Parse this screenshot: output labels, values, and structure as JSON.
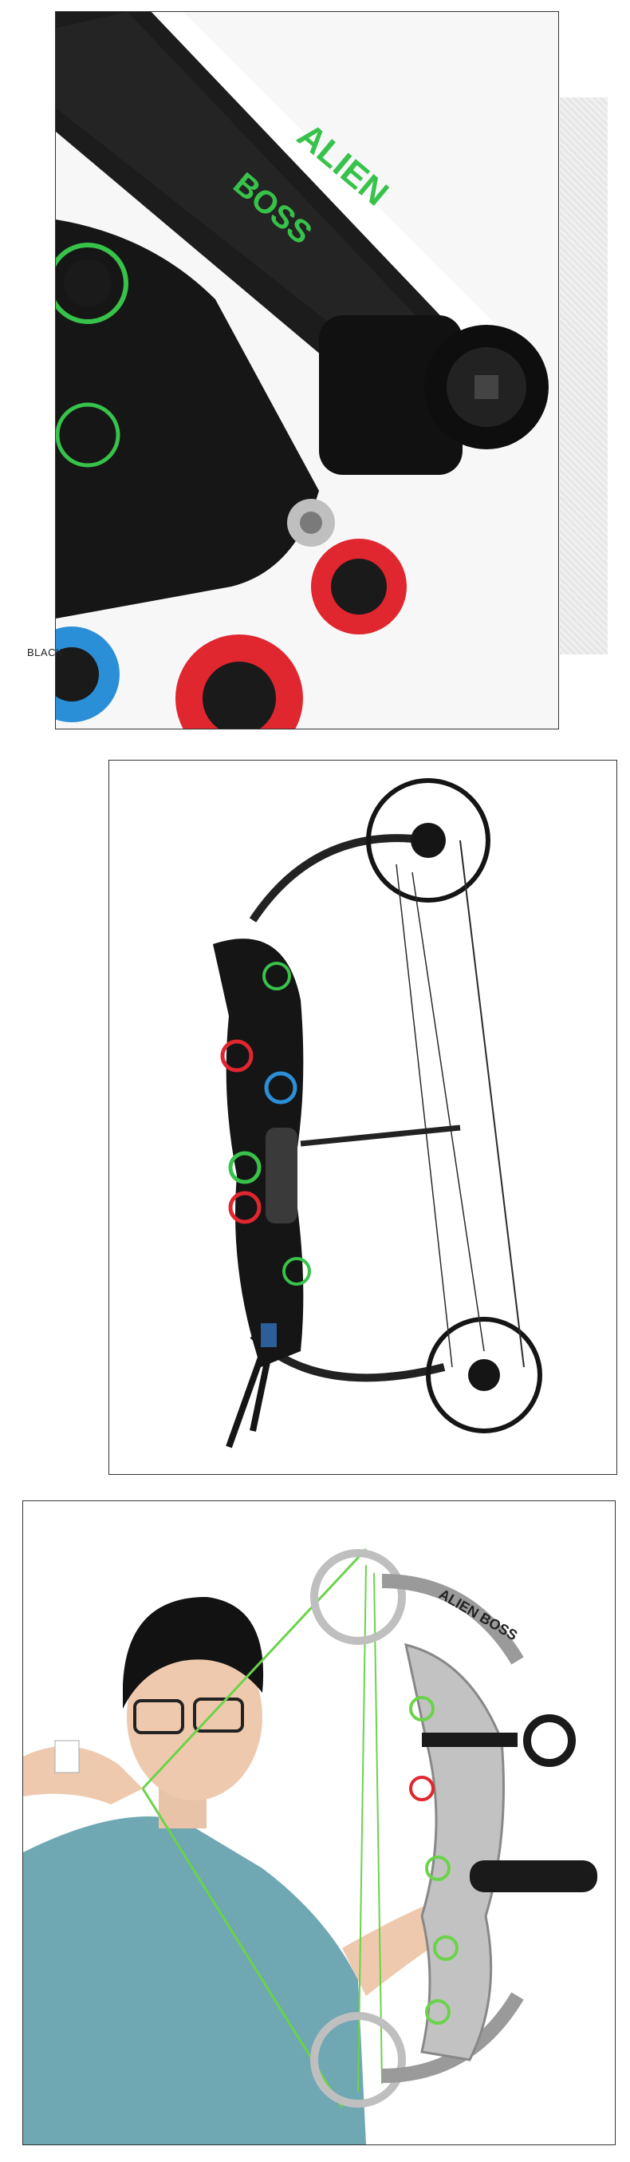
{
  "panel1": {
    "side_label": "BLACK",
    "limb_text_1": "ALIEN",
    "limb_text_2": "BOSS",
    "colors": {
      "limb": "#1c1c1c",
      "accent_green": "#37c24a",
      "accent_red": "#e0262e",
      "accent_blue": "#2b8fd8"
    }
  },
  "panel2": {
    "colors": {
      "riser": "#151515",
      "string": "#2a2a2a",
      "accent_red": "#e0262e",
      "accent_blue": "#2b8fd8",
      "accent_green": "#37c24a"
    }
  },
  "panel3": {
    "limb_text": "ALIEN BOSS",
    "colors": {
      "shirt": "#6fa7b3",
      "riser": "#bfbfbf",
      "string": "#6bd34a",
      "hair": "#121212"
    }
  }
}
